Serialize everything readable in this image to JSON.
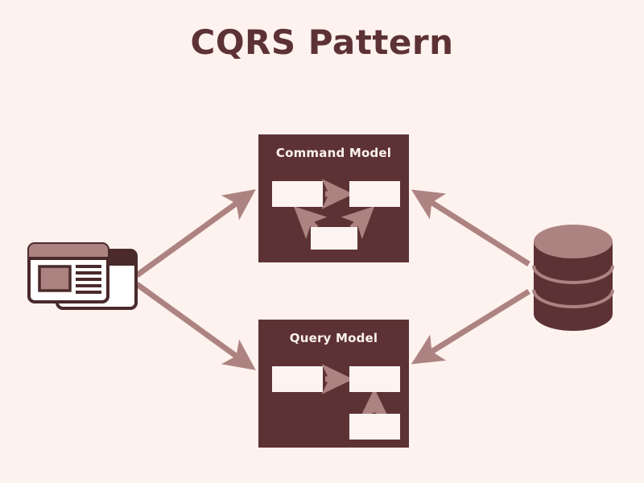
{
  "diagram": {
    "title": "CQRS Pattern",
    "type": "architecture-diagram",
    "colors": {
      "background": "#fdf2ee",
      "dark_maroon": "#5d3234",
      "mauve": "#ad8381",
      "off_white": "#fdf4f1",
      "title": "#5d3234"
    },
    "nodes": [
      {
        "id": "client",
        "kind": "client-windows-icon",
        "label": ""
      },
      {
        "id": "command-model",
        "kind": "panel",
        "label": "Command Model",
        "inner_boxes": 3
      },
      {
        "id": "query-model",
        "kind": "panel",
        "label": "Query Model",
        "inner_boxes": 3
      },
      {
        "id": "database",
        "kind": "database-cylinder",
        "label": ""
      }
    ],
    "edges": [
      {
        "from": "client",
        "to": "command-model",
        "direction": "up-right"
      },
      {
        "from": "client",
        "to": "query-model",
        "direction": "down-right"
      },
      {
        "from": "database",
        "to": "command-model",
        "direction": "up-left"
      },
      {
        "from": "database",
        "to": "query-model",
        "direction": "down-left"
      }
    ]
  }
}
